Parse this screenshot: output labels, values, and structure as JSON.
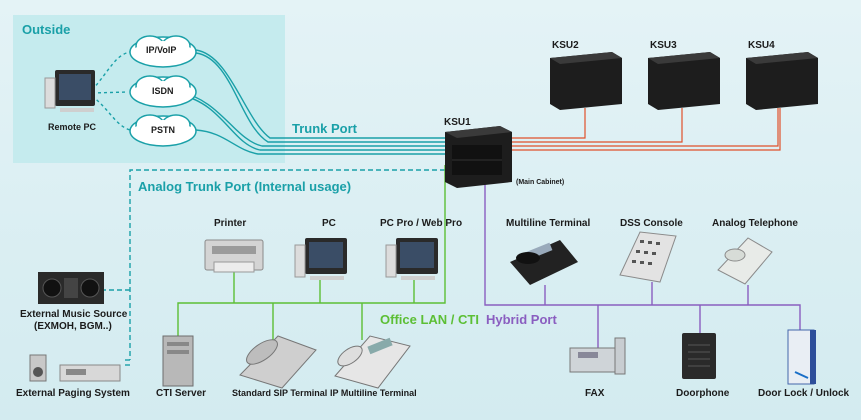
{
  "zone": {
    "outside_title": "Outside"
  },
  "clouds": [
    "IP/VoIP",
    "ISDN",
    "PSTN"
  ],
  "ports": {
    "trunk": "Trunk Port",
    "analog_trunk": "Analog Trunk Port (Internal usage)",
    "office_lan": "Office LAN / CTI",
    "hybrid": "Hybrid Port"
  },
  "main": {
    "ksu1": "KSU1",
    "main_cabinet": "(Main Cabinet)"
  },
  "expansion": [
    "KSU2",
    "KSU3",
    "KSU4"
  ],
  "devices": {
    "remote_pc": "Remote PC",
    "printer": "Printer",
    "pc": "PC",
    "pc_pro": "PC Pro / Web Pro",
    "multiline_terminal": "Multiline Terminal",
    "dss_console": "DSS Console",
    "analog_telephone": "Analog Telephone",
    "music_source_1": "External Music Source",
    "music_source_2": "(EXMOH, BGM..)",
    "paging_system": "External Paging System",
    "cti_server": "CTI Server",
    "sip_terminal": "Standard SIP Terminal",
    "ip_terminal": "IP Multiline Terminal",
    "fax": "FAX",
    "doorphone": "Doorphone",
    "door_lock": "Door Lock / Unlock"
  },
  "colors": {
    "trunk": "#1aa0a8",
    "lan": "#5cbf35",
    "hybrid": "#8a5ec0",
    "expansion_link": "#e0502a",
    "outside_zone": "#c7ecef"
  }
}
